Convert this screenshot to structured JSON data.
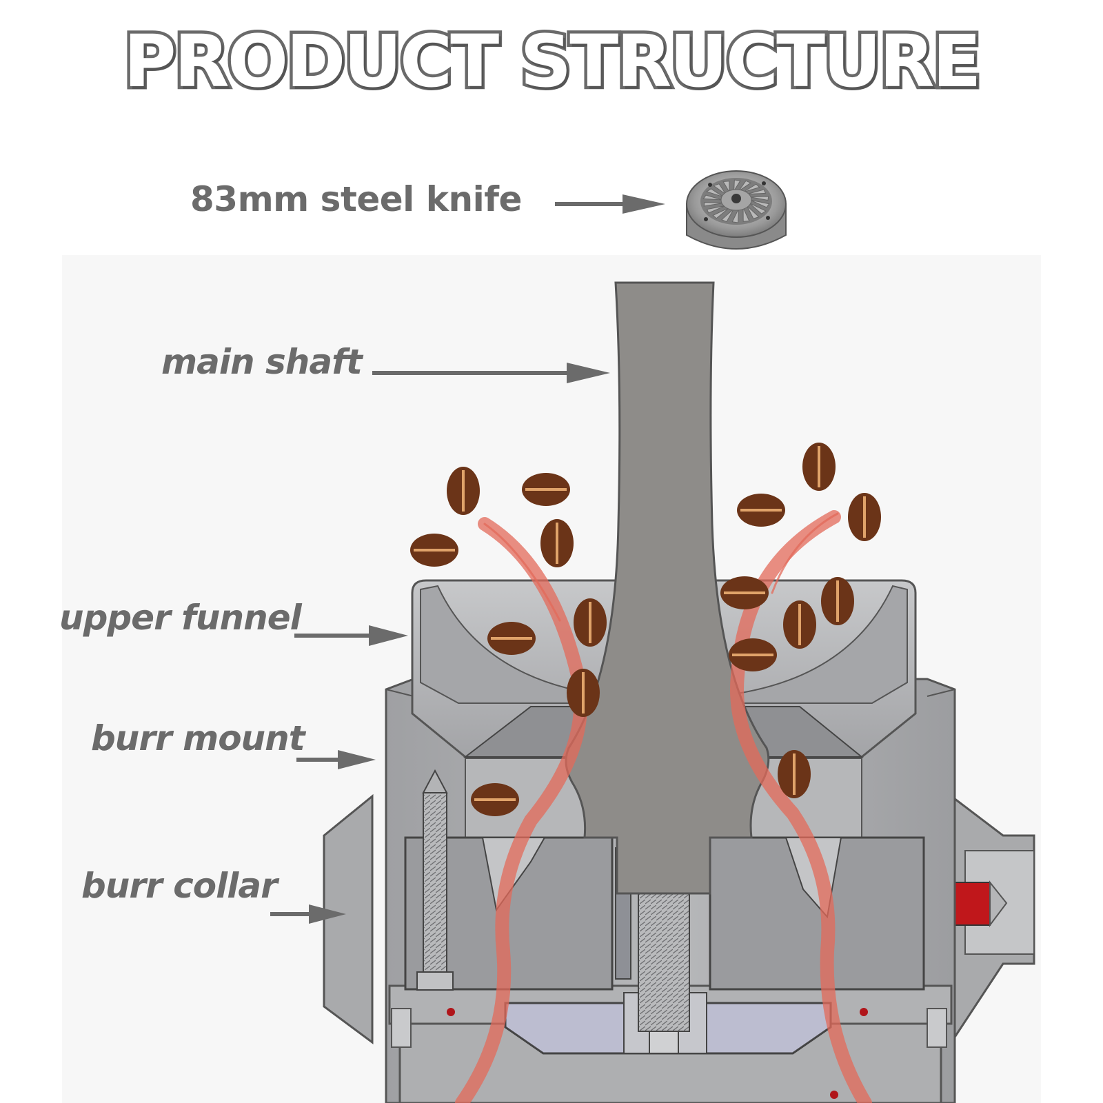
{
  "title": "PRODUCT STRUCTURE",
  "labels": {
    "steel_knife": "83mm steel knife",
    "main_shaft": "main shaft",
    "upper_funnel": "upper funnel",
    "burr_mount": "burr mount",
    "burr_collar": "burr collar"
  },
  "colors": {
    "label_text": "#6b6b6b",
    "arrow": "#6b6b6b",
    "body_grey": "#a9aaac",
    "shaft_grey": "#8e8c89",
    "coffee_bean": "#6b3418",
    "flow_line": "#e36a5a",
    "accent_red": "#c0171b"
  },
  "icons": [
    "burr-knife-icon",
    "coffee-bean-icon",
    "arrow-right-icon"
  ]
}
